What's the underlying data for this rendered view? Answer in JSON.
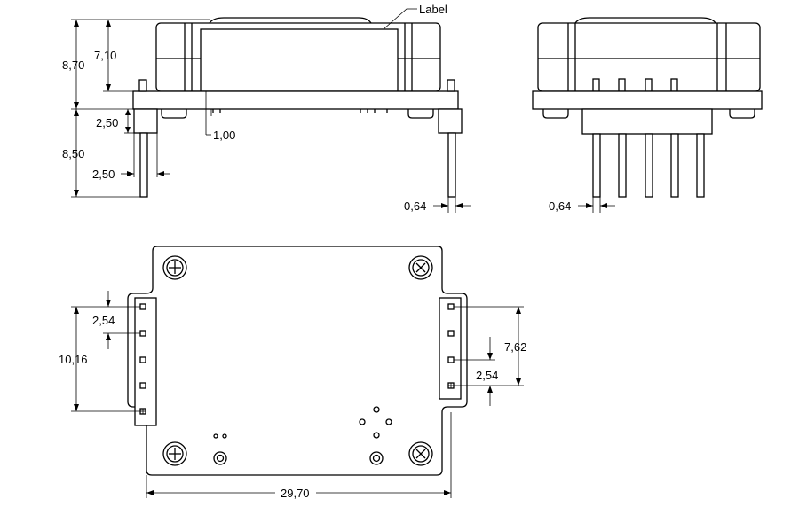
{
  "labels": {
    "label_callout": "Label",
    "dim_8_70": "8,70",
    "dim_7_10": "7,10",
    "dim_2_50_a": "2,50",
    "dim_1_00": "1,00",
    "dim_8_50": "8,50",
    "dim_2_50_b": "2,50",
    "dim_0_64_a": "0,64",
    "dim_0_64_b": "0,64",
    "dim_2_54_a": "2,54",
    "dim_10_16": "10,16",
    "dim_7_62": "7,62",
    "dim_2_54_b": "2,54",
    "dim_29_70": "29,70"
  },
  "colors": {
    "line": "#000000",
    "background": "#ffffff"
  },
  "icons": {
    "mounting_screw": "screw-cross-icon"
  }
}
